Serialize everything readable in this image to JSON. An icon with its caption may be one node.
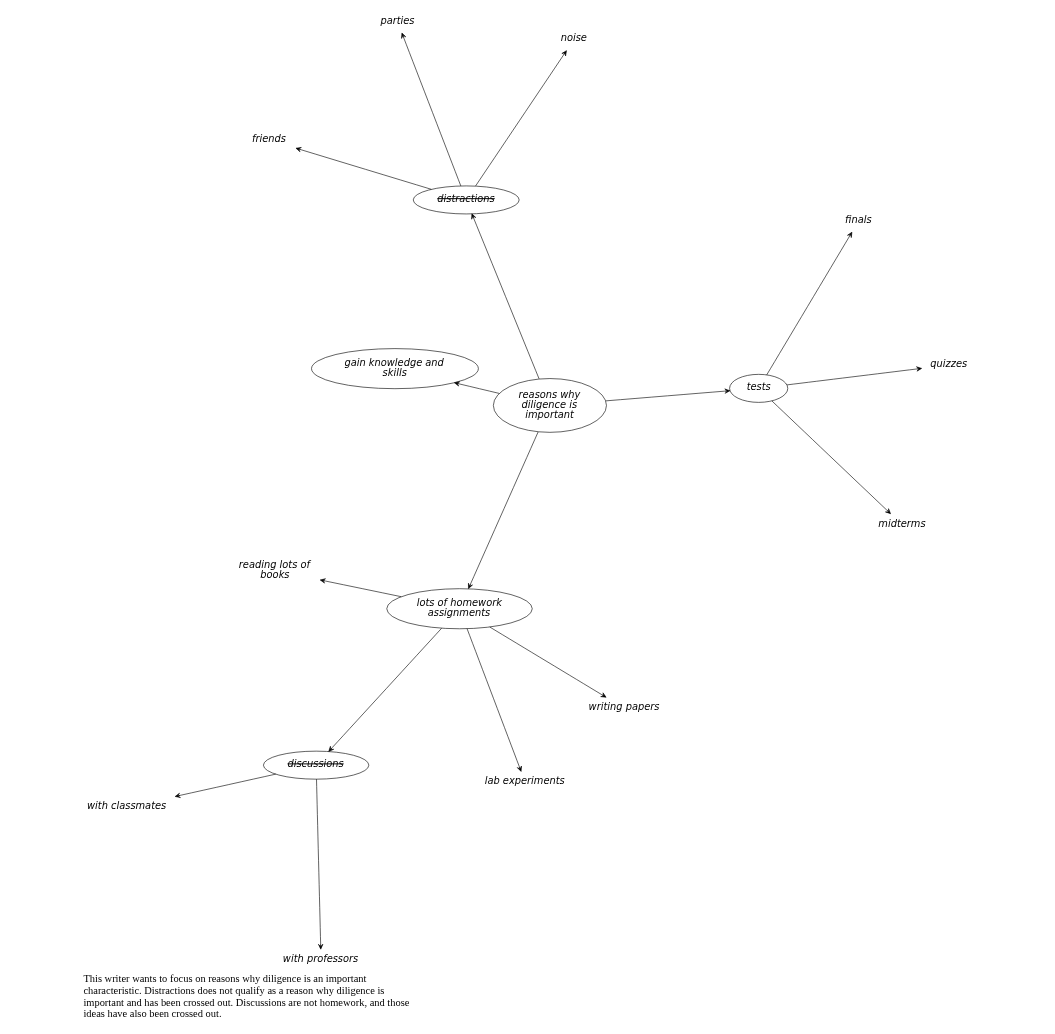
{
  "diagram": {
    "caption": "This writer wants to focus on reasons why diligence is an important characteristic. Distractions does not qualify as a reason why diligence is important and has been crossed out. Discussions are not homework, and those ideas have also been crossed out.",
    "nodes": [
      {
        "text": [
          "reasons why diligence is important"
        ]
      },
      {
        "text": [
          "lots of homework assignments"
        ]
      },
      {
        "text": [
          "gain knowledge and skills"
        ]
      },
      {
        "text": [
          "discussions"
        ]
      },
      {
        "text": [
          "distractions"
        ]
      },
      {
        "text": [
          "tests"
        ]
      },
      {
        "text": [
          "reading lots of books"
        ]
      },
      {
        "text": [
          "writing papers"
        ]
      },
      {
        "text": [
          "lab experiments"
        ]
      },
      {
        "text": [
          "with professors"
        ]
      },
      {
        "text": [
          "with classmates"
        ]
      },
      {
        "text": [
          "friends"
        ]
      },
      {
        "text": [
          "noise"
        ]
      },
      {
        "text": [
          "parties"
        ]
      },
      {
        "text": [
          "finals"
        ]
      },
      {
        "text": [
          "quizzes"
        ]
      },
      {
        "text": [
          "midterms"
        ]
      }
    ],
    "edges": [
      {
        "from": 0,
        "to": 1,
        "arrow": "to"
      },
      {
        "from": 0,
        "to": 2,
        "arrow": "to"
      },
      {
        "from": 0,
        "to": 4,
        "arrow": "to"
      },
      {
        "from": 0,
        "to": 5,
        "arrow": "to"
      },
      {
        "from": 1,
        "to": 6,
        "arrow": "to"
      },
      {
        "from": 1,
        "to": 7,
        "arrow": "to"
      },
      {
        "from": 1,
        "to": 3,
        "arrow": "to"
      },
      {
        "from": 1,
        "to": 8,
        "arrow": "to"
      },
      {
        "from": 3,
        "to": 9,
        "arrow": "to"
      },
      {
        "from": 3,
        "to": 10,
        "arrow": "to"
      },
      {
        "from": 4,
        "to": 11,
        "arrow": "to"
      },
      {
        "from": 4,
        "to": 12,
        "arrow": "to"
      },
      {
        "from": 4,
        "to": 13,
        "arrow": "to"
      },
      {
        "from": 5,
        "to": 14,
        "arrow": "to"
      },
      {
        "from": 5,
        "to": 15,
        "arrow": "to"
      },
      {
        "from": 5,
        "to": 16,
        "arrow": "to"
      }
    ]
  }
}
